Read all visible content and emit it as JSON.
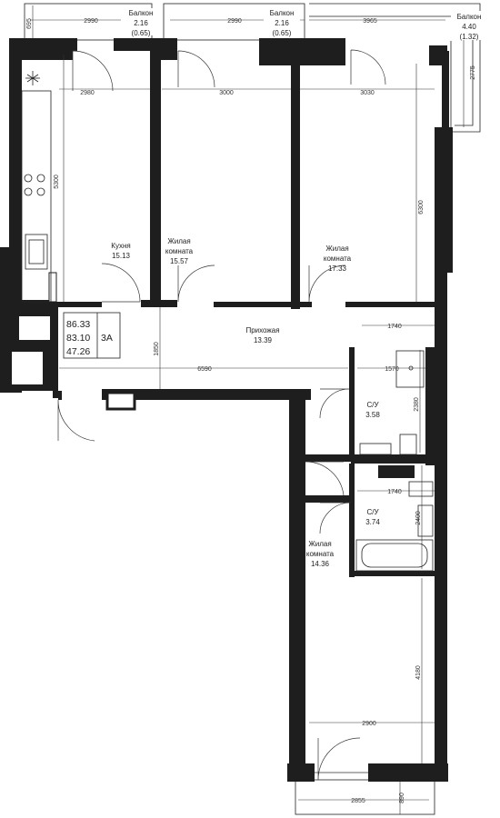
{
  "summary": {
    "total_area": "86.33",
    "living_area_total": "83.10",
    "rooms_code": "3A",
    "living_area": "47.26"
  },
  "rooms": {
    "kitchen": {
      "name": "Кухня",
      "area": "15.13"
    },
    "living1": {
      "name1": "Жилая",
      "name2": "комната",
      "area": "15.57"
    },
    "living2": {
      "name1": "Жилая",
      "name2": "комната",
      "area": "17.33"
    },
    "hall": {
      "name": "Прихожая",
      "area": "13.39"
    },
    "bath1": {
      "name": "С/У",
      "area": "3.58"
    },
    "bath2": {
      "name": "С/У",
      "area": "3.74"
    },
    "living3": {
      "name1": "Жилая",
      "name2": "комната",
      "area": "14.36"
    }
  },
  "balconies": {
    "b1": {
      "name": "Балкон",
      "area": "2.16",
      "reduced": "(0.65)"
    },
    "b2": {
      "name": "Балкон",
      "area": "2.16",
      "reduced": "(0.65)"
    },
    "b3": {
      "name": "Балкон",
      "area": "4.40",
      "reduced": "(1.32)"
    }
  },
  "dimensions": {
    "b1_w": "2990",
    "b1_d": "695",
    "b2_w": "2990",
    "b3_w": "3965",
    "b3_d": "2775",
    "kitchen_w": "2980",
    "kitchen_d": "5300",
    "living1_w": "3000",
    "living2_w": "3030",
    "living2_d": "6300",
    "hall_w": "6590",
    "hall_d": "1850",
    "corr_w": "1740",
    "bath1_w": "1570",
    "bath1_d": "2380",
    "bath2_w": "1740",
    "bath2_d": "2400",
    "living3_d": "4180",
    "living3_w": "2900",
    "b4_w": "2855",
    "b4_d": "890"
  }
}
